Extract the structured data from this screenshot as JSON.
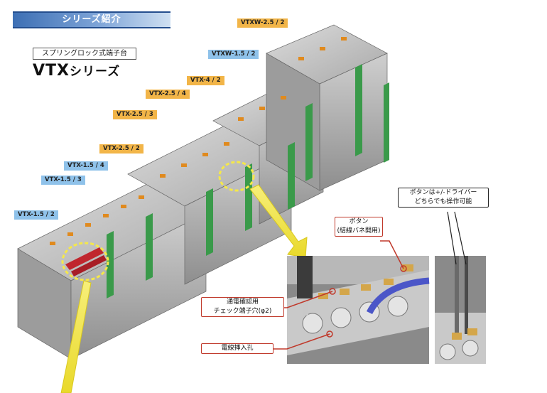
{
  "header": {
    "title": "シリーズ紹介"
  },
  "product": {
    "subtitle": "スプリングロック式端子台",
    "name_latin": "VTX",
    "name_jp": "シリーズ"
  },
  "series_labels": [
    {
      "label": "VTX-1.5 / 2",
      "color": "#8fc2ea"
    },
    {
      "label": "VTX-1.5 / 3",
      "color": "#8fc2ea"
    },
    {
      "label": "VTX-1.5 / 4",
      "color": "#8fc2ea"
    },
    {
      "label": "VTX-2.5 / 2",
      "color": "#f2b548"
    },
    {
      "label": "VTX-2.5 / 3",
      "color": "#f2b548"
    },
    {
      "label": "VTX-2.5 / 4",
      "color": "#f2b548"
    },
    {
      "label": "VTX-4 / 2",
      "color": "#f2b548"
    },
    {
      "label": "VTXW-1.5 / 2",
      "color": "#8fc2ea"
    },
    {
      "label": "VTXW-2.5 / 2",
      "color": "#f2b548"
    }
  ],
  "callouts": {
    "button_line1": "ボタン",
    "button_line2": "(結線バネ開用)",
    "check_line1": "通電確認用",
    "check_line2": "チェック端子穴(φ2)",
    "wire_hole": "電線挿入孔",
    "driver_line1": "ボタンは+/-ドライバー",
    "driver_line2": "どちらでも操作可能"
  },
  "colors": {
    "header_blue": "#3d6fb4",
    "tag_blue": "#8fc2ea",
    "tag_orange": "#f2b548",
    "highlight_yellow": "#f5e84a",
    "callout_red": "#c0392b",
    "module_gray": "#a9a9a9",
    "module_green": "#3a9a4a",
    "button_orange": "#e08a1e"
  }
}
